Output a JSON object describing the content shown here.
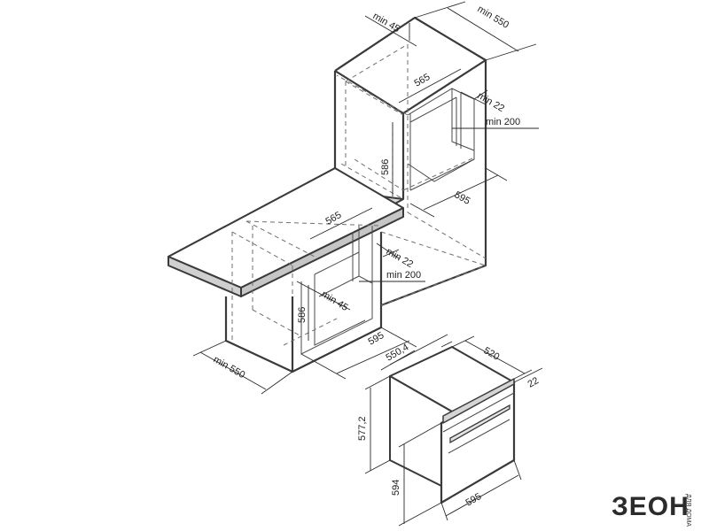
{
  "upper_niche": {
    "top_gap": "min 45",
    "depth": "min 550",
    "inner_width": "565",
    "side_gap": "min 22",
    "back_gap": "min 200",
    "height": "586",
    "width": "595"
  },
  "lower_niche": {
    "inner_width": "565",
    "side_gap": "min 22",
    "back_gap": "min 200",
    "top_gap": "min 45",
    "height": "586",
    "width": "595",
    "depth": "min 550"
  },
  "oven": {
    "depth_total": "550,4",
    "depth_body": "520",
    "front_thickness": "22",
    "body_height": "577,2",
    "front_height": "594",
    "front_width": "595"
  },
  "logo": {
    "brand": "ЗЕОН",
    "tagline": "ДЛЯ ДОМА"
  }
}
